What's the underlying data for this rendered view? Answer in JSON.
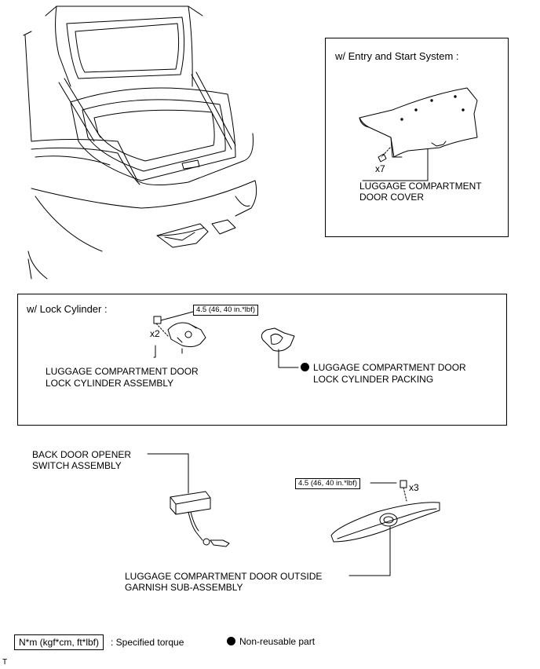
{
  "entry_start": {
    "heading": "w/ Entry and Start System :",
    "qty": "x7",
    "part_label": [
      "LUGGAGE COMPARTMENT",
      "DOOR COVER"
    ]
  },
  "lock_cylinder": {
    "heading": "w/ Lock Cylinder :",
    "torque": "4.5 (46, 40 in.*lbf)",
    "qty": "x2",
    "assembly_label": [
      "LUGGAGE COMPARTMENT DOOR",
      "LOCK CYLINDER ASSEMBLY"
    ],
    "packing_label": [
      "LUGGAGE COMPARTMENT DOOR",
      "LOCK CYLINDER PACKING"
    ]
  },
  "switch": {
    "label": [
      "BACK DOOR OPENER",
      "SWITCH ASSEMBLY"
    ]
  },
  "garnish": {
    "torque": "4.5 (46, 40 in.*lbf)",
    "qty": "x3",
    "label": [
      "LUGGAGE COMPARTMENT DOOR OUTSIDE",
      "GARNISH SUB-ASSEMBLY"
    ]
  },
  "legend": {
    "torque_unit": "N*m (kgf*cm, ft*lbf)",
    "torque_desc": ": Specified torque",
    "non_reusable": "Non-reusable part"
  },
  "footer_mark": "T"
}
